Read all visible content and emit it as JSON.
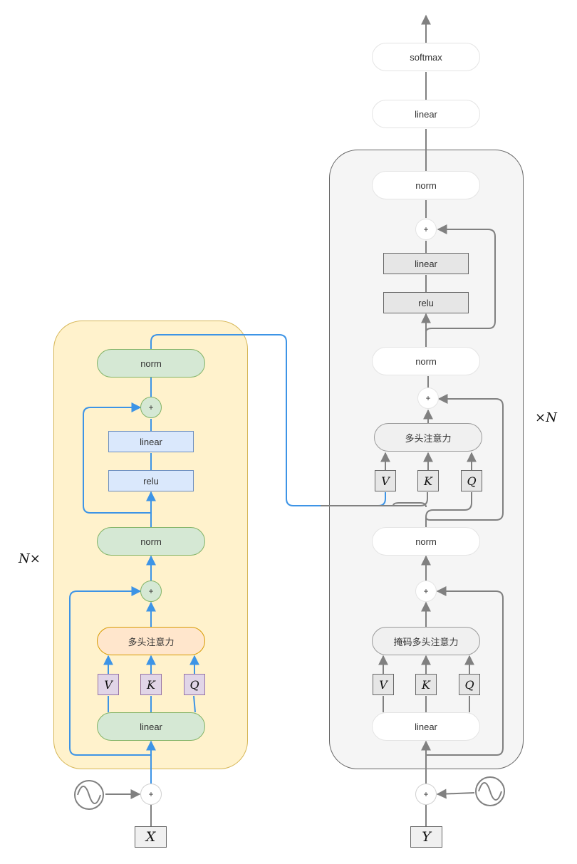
{
  "colors": {
    "encoder_region_fill": "#fff2cc",
    "encoder_region_border": "#d6b656",
    "decoder_region_fill": "#f5f5f5",
    "decoder_region_border": "#666666",
    "encoder_arrow": "#3d94e6",
    "decoder_arrow": "#808080"
  },
  "encoder": {
    "repeat_label": "N×",
    "input": "X",
    "norm_top": "norm",
    "ffn_linear": "linear",
    "ffn_relu": "relu",
    "norm_mid": "norm",
    "attention": "多头注意力",
    "proj_linear": "linear",
    "v": "V",
    "k": "K",
    "q": "Q",
    "plus": "+"
  },
  "decoder": {
    "repeat_label": "×N",
    "input": "Y",
    "softmax": "softmax",
    "out_linear": "linear",
    "norm_top": "norm",
    "ffn_linear": "linear",
    "ffn_relu": "relu",
    "norm_mid": "norm",
    "cross_attention": "多头注意力",
    "norm_low": "norm",
    "masked_attention": "掩码多头注意力",
    "proj_linear": "linear",
    "v1": "V",
    "k1": "K",
    "q1": "Q",
    "v2": "V",
    "k2": "K",
    "q2": "Q",
    "plus": "+"
  },
  "icons": {
    "encoder_positional": "sine-wave-icon",
    "decoder_positional": "sine-wave-icon"
  }
}
